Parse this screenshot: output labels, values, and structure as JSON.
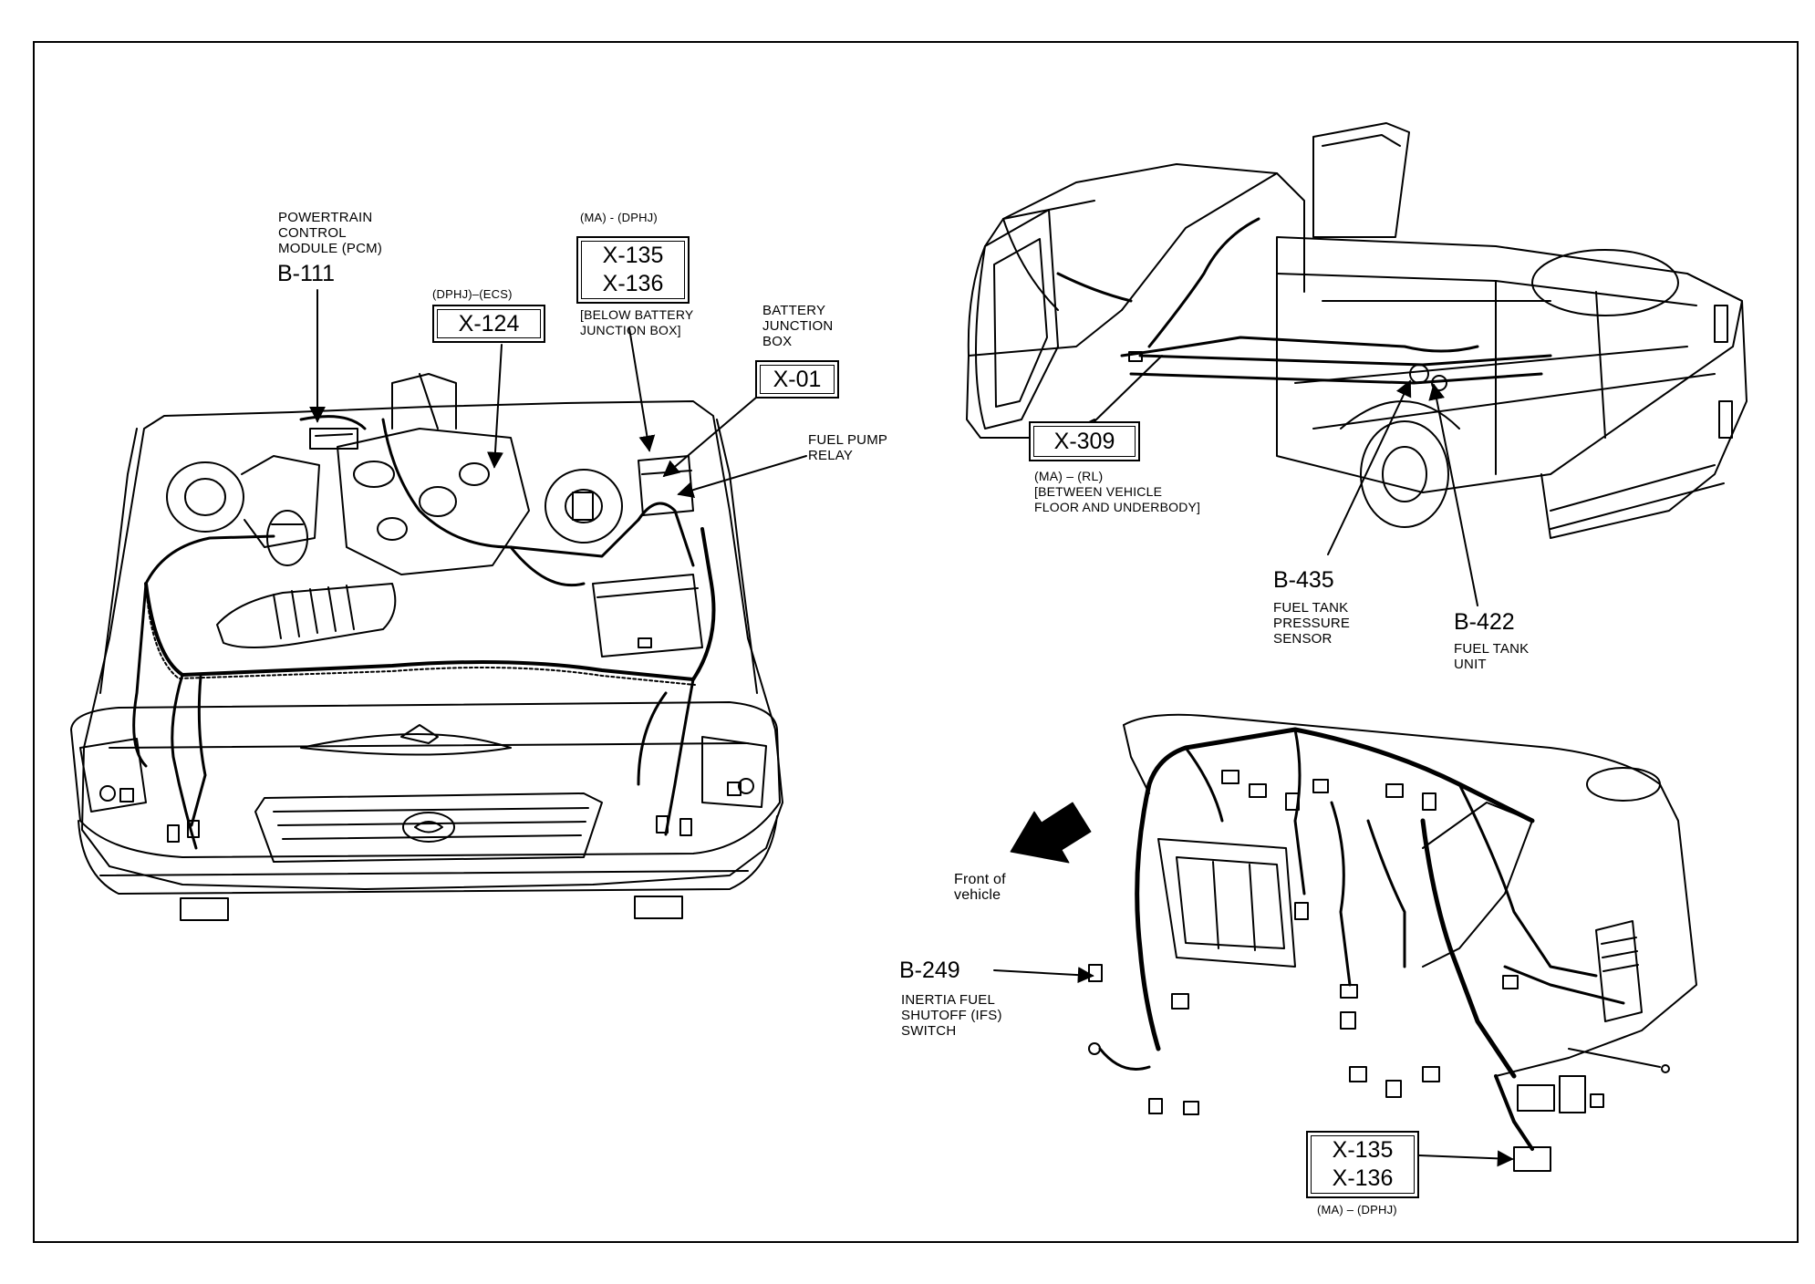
{
  "engine_bay": {
    "pcm_label": "POWERTRAIN\nCONTROL\nMODULE (PCM)",
    "pcm_code": "B-111",
    "x124_note": "(DPHJ)–(ECS)",
    "x124_code": "X-124",
    "x135_note": "(MA) - (DPHJ)",
    "x135_code": "X-135",
    "x136_code": "X-136",
    "below_battery_note": "[BELOW BATTERY\nJUNCTION BOX]",
    "battery_junction_label": "BATTERY\nJUNCTION\nBOX",
    "x01_code": "X-01",
    "fuel_pump_relay_label": "FUEL PUMP\nRELAY"
  },
  "truck": {
    "x309_code": "X-309",
    "x309_note": "(MA) – (RL)\n[BETWEEN VEHICLE\nFLOOR AND UNDERBODY]",
    "b435_code": "B-435",
    "b435_label": "FUEL TANK\nPRESSURE\nSENSOR",
    "b422_code": "B-422",
    "b422_label": "FUEL TANK\nUNIT"
  },
  "dashboard": {
    "front_label": "Front of\nvehicle",
    "b249_code": "B-249",
    "b249_label": "INERTIA FUEL\nSHUTOFF (IFS)\nSWITCH",
    "x135_code": "X-135",
    "x136_code": "X-136",
    "x135_note": "(MA) – (DPHJ)"
  },
  "colors": {
    "ink": "#000000",
    "paper": "#ffffff"
  }
}
